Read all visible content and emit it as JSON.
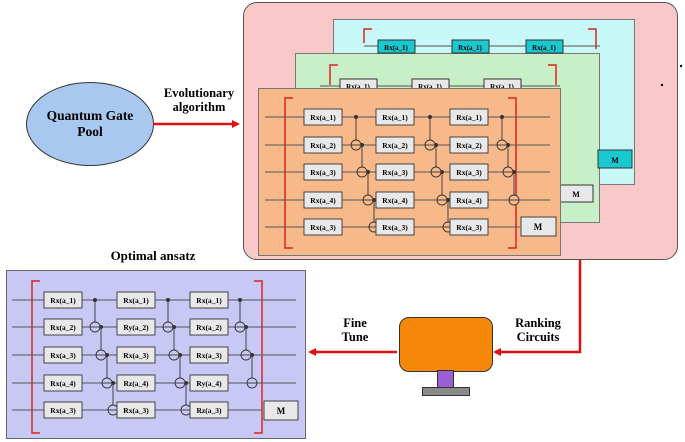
{
  "pool": {
    "label_line1": "Quantum Gate",
    "label_line2": "Pool"
  },
  "evolutionary": {
    "line1": "Evolutionary",
    "line2": "algorithm"
  },
  "optimal": {
    "title": "Optimal ansatz"
  },
  "finetune": {
    "line1": "Fine",
    "line2": "Tune"
  },
  "ranking": {
    "line1": "Ranking",
    "line2": "Circuits"
  },
  "measure_label": "M",
  "circuit_main": {
    "col1": [
      "Rx(a_1)",
      "Rx(a_2)",
      "Rx(a_3)",
      "Rx(a_4)",
      "Rx(a_3)"
    ],
    "col2": [
      "Rx(a_1)",
      "Rx(a_2)",
      "Rx(a_3)",
      "Rx(a_4)",
      "Rx(a_3)"
    ],
    "col3": [
      "Rx(a_1)",
      "Rx(a_2)",
      "Rx(a_3)",
      "Rx(a_4)",
      "Rx(a_3)"
    ]
  },
  "circuit_back": {
    "top_gates": [
      "Rx(a_1)",
      "Rx(a_1)",
      "Rx(a_1)"
    ]
  },
  "circuit_middle": {
    "top_gates": [
      "Rx(a_1)",
      "Rx(a_1)",
      "Rx(a_1)"
    ]
  },
  "circuit_optimal": {
    "col1": [
      "Rx(a_1)",
      "Rx(a_2)",
      "Rx(a_3)",
      "Rx(a_4)",
      "Rx(a_3)"
    ],
    "col2": [
      "Rx(a_1)",
      "Ry(a_2)",
      "Rx(a_3)",
      "Rz(a_4)",
      "Rx(a_3)"
    ],
    "col3": [
      "Rx(a_1)",
      "Rx(a_2)",
      "Rx(a_3)",
      "Ry(a_4)",
      "Rz(a_3)"
    ]
  },
  "colors": {
    "outer_panel": "#f9c8c8",
    "back_panel": "#c8f7f7",
    "middle_panel": "#c8efc8",
    "front_panel": "#f7b98a",
    "optimal_panel": "#c8c8f4",
    "pool_fill": "#a8c8f0",
    "monitor": "#f5880a",
    "stand": "#9a5fd0",
    "arrow": "#e01010",
    "measure_cyan": "#19c9cf"
  }
}
